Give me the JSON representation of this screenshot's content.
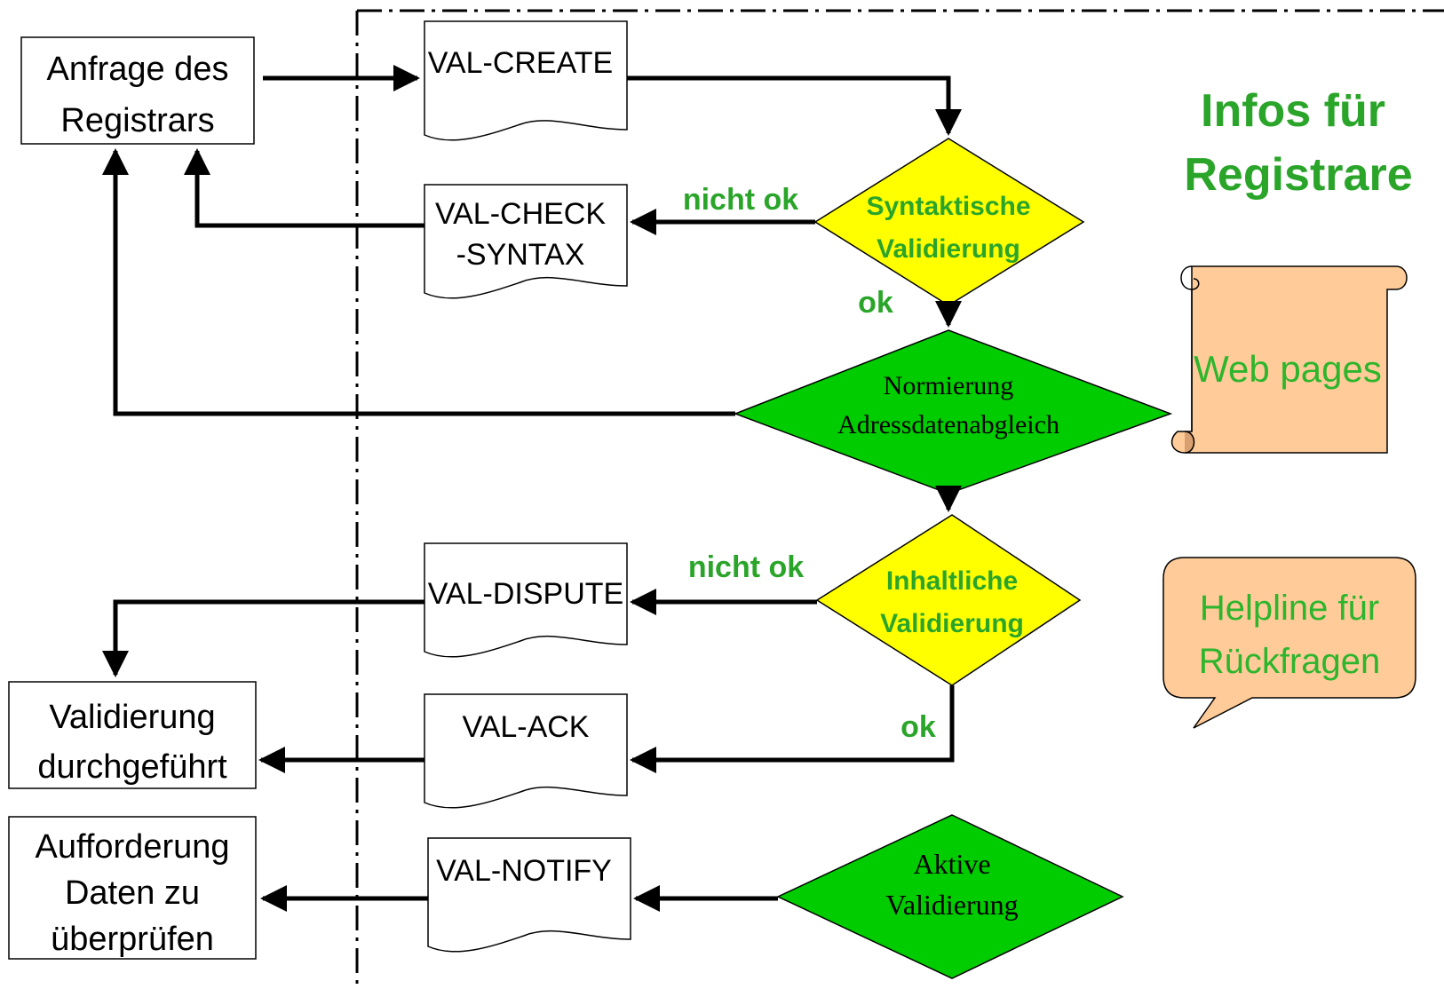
{
  "left_boxes": {
    "request_line1": "Anfrage des",
    "request_line2": "Registrars",
    "done_line1": "Validierung",
    "done_line2": "durchgeführt",
    "prompt_line1": "Aufforderung",
    "prompt_line2": "Daten zu",
    "prompt_line3": "überprüfen"
  },
  "documents": {
    "create": "VAL-CREATE",
    "check_line1": "VAL-CHECK",
    "check_line2": "-SYNTAX",
    "dispute": "VAL-DISPUTE",
    "ack": "VAL-ACK",
    "notify": "VAL-NOTIFY"
  },
  "decisions": {
    "syntax_line1": "Syntaktische",
    "syntax_line2": "Validierung",
    "norm_line1": "Normierung",
    "norm_line2": "Adressdatenabgleich",
    "content_line1": "Inhaltliche",
    "content_line2": "Validierung",
    "active_line1": "Aktive",
    "active_line2": "Validierung"
  },
  "edge_labels": {
    "syntax_not_ok": "nicht ok",
    "syntax_ok": "ok",
    "content_not_ok": "nicht ok",
    "content_ok": "ok"
  },
  "info": {
    "title_line1": "Infos für",
    "title_line2": "Registrare",
    "web_pages": "Web pages",
    "helpline_line1": "Helpline für",
    "helpline_line2": "Rückfragen"
  },
  "colors": {
    "yellow_decision": "#ffff00",
    "green_decision": "#00cc00",
    "label_green": "#2aa52a",
    "callout_fill": "#ffcc99"
  }
}
